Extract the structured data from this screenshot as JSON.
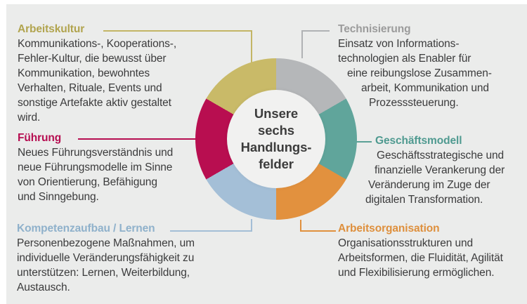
{
  "donut": {
    "type": "donut",
    "center_lines": [
      "Unsere",
      "sechs",
      "Handlungs-",
      "felder"
    ],
    "center_text": "Unsere sechs Handlungsfelder",
    "segments": [
      {
        "label": "Technisierung",
        "value": 1,
        "color": "#b5b7b9"
      },
      {
        "label": "Geschäftsmodell",
        "value": 1,
        "color": "#60a59b"
      },
      {
        "label": "Arbeitsorganisation",
        "value": 1,
        "color": "#e2913e"
      },
      {
        "label": "Kompetenzaufbau/Lernen",
        "value": 1,
        "color": "#a4bfd7"
      },
      {
        "label": "Führung",
        "value": 1,
        "color": "#b80e50"
      },
      {
        "label": "Arbeitskultur",
        "value": 1,
        "color": "#c9ba68"
      }
    ]
  },
  "sections": {
    "arbeitskultur": {
      "title": "Arbeitskultur",
      "title_color": "#b1a44e",
      "line_color": "#c3b565",
      "body_lines": [
        "Kommunikations-, Kooperations-,",
        "Fehler-Kultur, die bewusst über",
        "Kommunikation, bewohntes",
        "Verhalten, Rituale, Events und",
        "sonstige Artefakte aktiv gestaltet",
        "wird."
      ]
    },
    "fuehrung": {
      "title": "Führung",
      "title_color": "#b60e51",
      "line_color": "#b60e51",
      "body_lines": [
        "Neues Führungsverständnis und",
        "neue Führungsmodelle im Sinne",
        "von Orientierung, Befähigung",
        "und Sinngebung."
      ]
    },
    "kompetenz": {
      "title": "Kompetenzaufbau / Lernen",
      "title_color": "#8fb1cb",
      "line_color": "#a3bed6",
      "body_lines": [
        "Personenbezogene Maßnahmen, um",
        "individuelle Veränderungsfähigkeit zu",
        "unterstützen: Lernen, Weiterbildung,",
        "Austausch."
      ]
    },
    "technisierung": {
      "title": "Technisierung",
      "title_color": "#9b9b9b",
      "line_color": "#b0b2b4",
      "body_lines": [
        "Einsatz von Informations-",
        "technologien als Enabler für",
        "eine reibungslose Zusammen-",
        "arbeit, Kommunikation und",
        "Prozesssteuerung."
      ]
    },
    "geschaeftsmodell": {
      "title": "Geschäftsmodell",
      "title_color": "#4f9a90",
      "line_color": "#5aa096",
      "body_lines": [
        "Geschäftsstrategische und",
        "finanzielle Verankerung der",
        "Veränderung im Zuge der",
        "digitalen Transformation."
      ]
    },
    "arbeitsorganisation": {
      "title": "Arbeitsorganisation",
      "title_color": "#de8f3c",
      "line_color": "#e0903d",
      "body_lines": [
        "Organisationsstrukturen und",
        "Arbeitsformen, die Fluidität, Agilität",
        "und Flexibilisierung ermöglichen."
      ]
    }
  },
  "colors": {
    "page_background": "#ffffff",
    "panel_background": "#ebeceb",
    "body_text": "#3b3b3c",
    "center_text": "#3c3c3c",
    "donut_hole": "#f1f1f0"
  }
}
